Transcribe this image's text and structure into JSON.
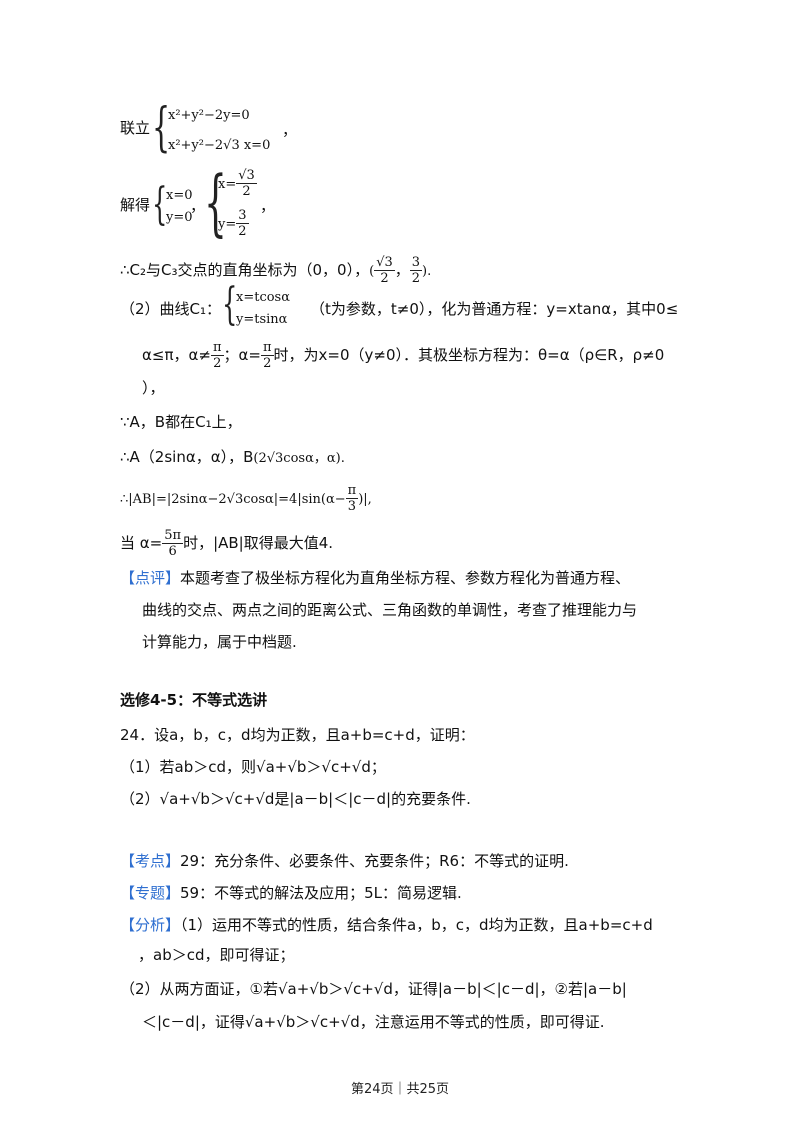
{
  "system1": {
    "label": "联立",
    "eq1": "x²+y²−2y=0",
    "eq2": "x²+y²−2√3 x=0",
    "tail": "，"
  },
  "solve": {
    "label": "解得",
    "a_x": "x=0",
    "a_y": "y=0",
    "sep": "，",
    "b_x_lhs": "x=",
    "b_x_num": "√3",
    "b_x_den": "2",
    "b_y_lhs": "y=",
    "b_y_num": "3",
    "b_y_den": "2",
    "tail": "，"
  },
  "intersection": {
    "text": "∴C₂与C₃交点的直角坐标为（0，0），",
    "p_open": "(",
    "p_num1": "√3",
    "p_den1": "2",
    "p_comma": "，",
    "p_num2": "3",
    "p_den2": "2",
    "p_close": ")."
  },
  "part2": {
    "prefix": "（2）曲线C₁：",
    "eq1": "x=tcosα",
    "eq2": "y=tsinα",
    "rest": "（t为参数，t≠0），化为普通方程：y=xtanα，其中0≤",
    "l2a": "α≤π，α≠",
    "pi_num": "π",
    "pi_den": "2",
    "l2b": "；α=",
    "l2c": "时，为x=0（y≠0）．其极坐标方程为：θ=α（ρ∈R，ρ≠0",
    "l3": "），"
  },
  "ab_on": "∵A，B都在C₁上，",
  "ab_coords": {
    "a": "∴A（2sinα，α），B",
    "b": "(2√3cosα，α)."
  },
  "dist": {
    "a": "∴|AB|=|2sinα−2√3cosα|=4|sin(α−",
    "num": "π",
    "den": "3",
    "b": ")|,"
  },
  "max": {
    "a": "当 α=",
    "num": "5π",
    "den": "6",
    "b": "时，|AB|取得最大值4."
  },
  "review": {
    "tag": "【点评】",
    "l1": "本题考查了极坐标方程化为直角坐标方程、参数方程化为普通方程、",
    "l2": "曲线的交点、两点之间的距离公式、三角函数的单调性，考查了推理能力与",
    "l3": "计算能力，属于中档题."
  },
  "section": "选修4-5：不等式选讲",
  "q24": {
    "stem": "24．设a，b，c，d均为正数，且a+b=c+d，证明：",
    "p1": "（1）若ab＞cd，则√a+√b＞√c+√d；",
    "p2": "（2）√a+√b＞√c+√d是|a－b|＜|c－d|的充要条件."
  },
  "kaodian": {
    "tag": "【考点】",
    "text": "29：充分条件、必要条件、充要条件；R6：不等式的证明."
  },
  "zhuanti": {
    "tag": "【专题】",
    "text": "59：不等式的解法及应用；5L：简易逻辑."
  },
  "fenxi": {
    "tag": "【分析】",
    "l1": "（1）运用不等式的性质，结合条件a，b，c，d均为正数，且a+b=c+d",
    "l2": "，ab＞cd，即可得证；",
    "l3": "（2）从两方面证，①若√a+√b＞√c+√d，证得|a－b|＜|c－d|，②若|a－b|",
    "l4": "＜|c－d|，证得√a+√b＞√c+√d，注意运用不等式的性质，即可得证."
  },
  "footer": "第24页｜共25页"
}
